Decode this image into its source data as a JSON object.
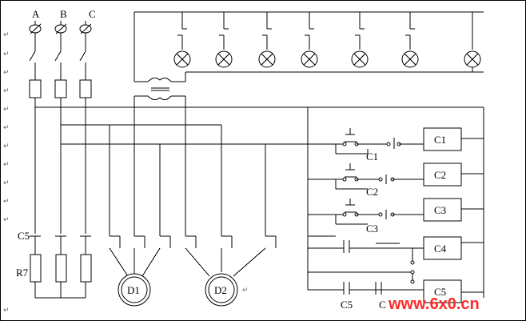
{
  "phase_labels": [
    "A",
    "B",
    "C"
  ],
  "resistor_label": "R7",
  "left_contact_label": "C5",
  "motors": [
    {
      "label": "D1"
    },
    {
      "label": "D2"
    }
  ],
  "control_rows": [
    {
      "contact": "C1",
      "coil": "C1"
    },
    {
      "contact": "C2",
      "coil": "C2"
    },
    {
      "contact": "C3",
      "coil": "C3"
    },
    {
      "contact": "",
      "coil": "C4"
    },
    {
      "contact": "",
      "coil": "C5"
    }
  ],
  "bottom_labels": [
    "C5",
    "C"
  ],
  "return_mark": "↵",
  "watermark": "www.6x0.cn"
}
